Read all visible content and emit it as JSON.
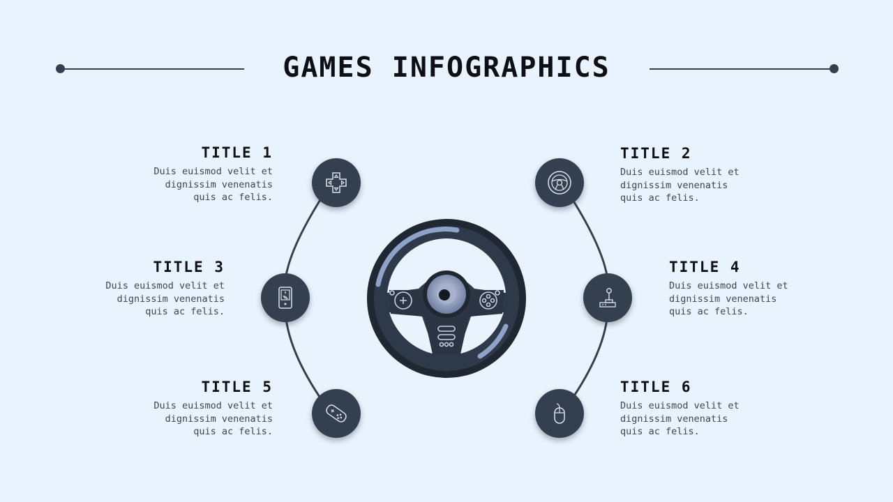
{
  "header": {
    "title": "GAMES INFOGRAPHICS"
  },
  "colors": {
    "background": "#e9f3fd",
    "node": "#34404f",
    "text": "#0d0f14",
    "accent": "#8fa3c9"
  },
  "items": [
    {
      "title": "TITLE 1",
      "text": "Duis euismod velit et\ndignissim venenatis\nquis ac felis.",
      "icon": "dpad-icon"
    },
    {
      "title": "TITLE 2",
      "text": "Duis euismod velit et\ndignissim venenatis\nquis ac felis.",
      "icon": "steering-wheel-icon"
    },
    {
      "title": "TITLE 3",
      "text": "Duis euismod velit et\ndignissim venenatis\nquis ac felis.",
      "icon": "handheld-console-icon"
    },
    {
      "title": "TITLE 4",
      "text": "Duis euismod velit et\ndignissim venenatis\nquis ac felis.",
      "icon": "joystick-icon"
    },
    {
      "title": "TITLE 5",
      "text": "Duis euismod velit et\ndignissim venenatis\nquis ac felis.",
      "icon": "gamepad-icon"
    },
    {
      "title": "TITLE 6",
      "text": "Duis euismod velit et\ndignissim venenatis\nquis ac felis.",
      "icon": "mouse-icon"
    }
  ]
}
